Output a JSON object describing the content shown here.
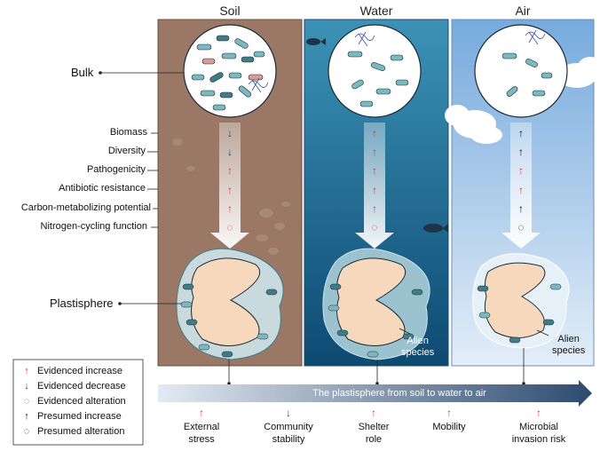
{
  "columns": [
    {
      "id": "soil",
      "title": "Soil"
    },
    {
      "id": "water",
      "title": "Water"
    },
    {
      "id": "air",
      "title": "Air"
    }
  ],
  "labels": {
    "bulk": "Bulk",
    "plastisphere": "Plastisphere",
    "alien_species": "Alien\nspecies"
  },
  "properties": [
    "Biomass",
    "Diversity",
    "Pathogenicity",
    "Antibiotic resistance",
    "Carbon-metabolizing potential",
    "Nitrogen-cycling function"
  ],
  "property_changes": {
    "soil": [
      "decrease",
      "decrease",
      "increase",
      "increase",
      "increase",
      "alteration"
    ],
    "water": [
      "increase",
      "increase",
      "increase",
      "increase",
      "increase",
      "alteration"
    ],
    "air": [
      "presumed_increase",
      "presumed_increase",
      "increase",
      "increase",
      "presumed_increase",
      "presumed_alteration"
    ]
  },
  "legend": [
    {
      "symbol": "↑",
      "type": "increase",
      "label": "Evidenced increase"
    },
    {
      "symbol": "↓",
      "type": "decrease",
      "label": "Evidenced decrease"
    },
    {
      "symbol": "◌",
      "type": "alteration",
      "label": "Evidenced alteration"
    },
    {
      "symbol": "↑",
      "type": "presumed_increase",
      "label": "Presumed increase"
    },
    {
      "symbol": "◌",
      "type": "presumed_alteration",
      "label": "Presumed alteration"
    }
  ],
  "gradient_arrow": "The plastisphere from soil to water to air",
  "outcomes": [
    {
      "label": "External\nstress",
      "change": "increase"
    },
    {
      "label": "Community\nstability",
      "change": "decrease"
    },
    {
      "label": "Shelter\nrole",
      "change": "increase"
    },
    {
      "label": "Mobility",
      "change": "increase"
    },
    {
      "label": "Microbial\ninvasion risk",
      "change": "increase"
    }
  ],
  "colors": {
    "increase": "#d9363e",
    "decrease": "#1f3f6e",
    "presumed": "#111111",
    "soil_bg": "#9a7865",
    "water_top": "#3a8cb0",
    "water_bottom": "#0f4f78",
    "air_top": "#7fb0e0",
    "air_bottom": "#dce9f6",
    "biofilm": "#3f7c86",
    "plastic": "#f6d9bc",
    "arrow_start": "#dfe6ef",
    "arrow_end": "#2f4d72"
  }
}
